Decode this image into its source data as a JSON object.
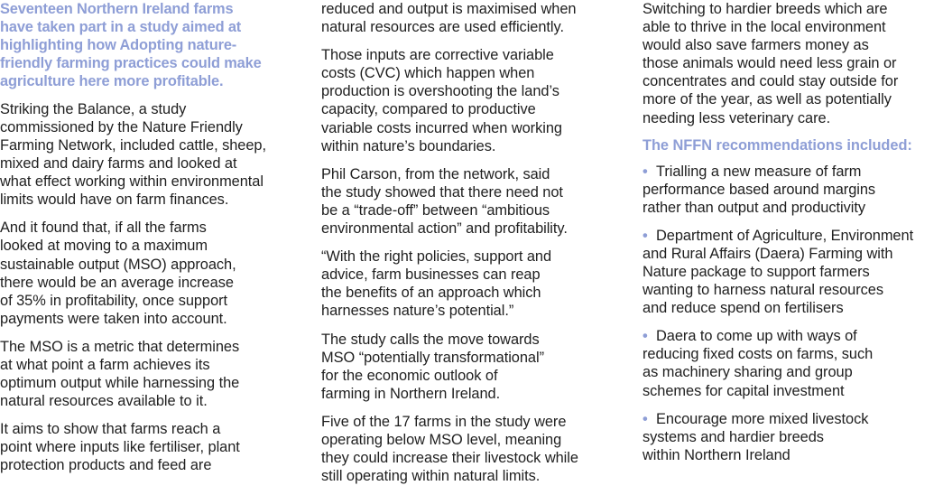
{
  "article": {
    "lead": [
      "Seventeen Northern Ireland farms",
      "have taken part in a study aimed at",
      "highlighting how Adopting nature-",
      "friendly farming practices could make",
      "agriculture here more profitable."
    ],
    "col1_paragraphs": [
      [
        "Striking the Balance, a study",
        "commissioned by the Nature Friendly",
        "Farming Network, included cattle, sheep,",
        "mixed and dairy farms and looked at",
        "what effect working within environmental",
        "limits would have on farm finances."
      ],
      [
        "And it found that, if all the farms",
        "looked at moving to a maximum",
        "sustainable output (MSO) approach,",
        "there would be an average increase",
        "of 35% in profitability, once support",
        "payments were taken into account."
      ],
      [
        "The MSO is a metric that determines",
        "at what point a farm achieves its",
        "optimum output while harnessing the",
        "natural resources available to it."
      ],
      [
        "It aims to show that farms reach a",
        "point where inputs like fertiliser, plant",
        "protection products and feed are"
      ]
    ],
    "col2_paragraphs": [
      [
        "reduced and output is maximised when",
        "natural resources are used efficiently."
      ],
      [
        "Those inputs are corrective variable",
        "costs (CVC) which happen when",
        "production is overshooting the land’s",
        "capacity, compared to productive",
        "variable costs incurred when working",
        "within nature’s boundaries."
      ],
      [
        "Phil Carson, from the network, said",
        "the study showed that there need not",
        "be a “trade-off” between “ambitious",
        "environmental action” and profitability."
      ],
      [
        "“With the right policies, support and",
        "advice, farm businesses can reap",
        "the benefits of an approach which",
        "harnesses nature’s potential.”"
      ],
      [
        "The study calls the move towards",
        "MSO “potentially transformational”",
        "for the economic outlook of",
        "farming in Northern Ireland."
      ],
      [
        "Five of the 17 farms in the study were",
        "operating below MSO level, meaning",
        "they could increase their livestock while",
        "still operating within natural limits."
      ]
    ],
    "col3_paragraphs": [
      [
        "Switching to hardier breeds which are",
        "able to thrive in the local environment",
        "would also save farmers money as",
        "those animals would need less grain or",
        "concentrates and could stay outside for",
        "more of the year, as well as potentially",
        "needing less veterinary care."
      ]
    ],
    "recommendations_heading": "The NFFN recommendations included:",
    "bullet_symbol": "•",
    "recommendations": [
      [
        "Trialling a new measure of farm",
        "performance based around margins",
        "rather than output and productivity"
      ],
      [
        "Department of Agriculture, Environment",
        "and Rural Affairs (Daera) Farming with",
        "Nature package to support farmers",
        "wanting to harness natural resources",
        "and reduce spend on fertilisers"
      ],
      [
        "Daera to come up with ways of",
        "reducing fixed costs on farms, such",
        "as machinery sharing and group",
        "schemes for capital investment"
      ],
      [
        "Encourage more mixed livestock",
        "systems and hardier breeds",
        "within Northern Ireland"
      ]
    ],
    "colors": {
      "accent": "#8e9ed6",
      "text": "#1f1f1f",
      "background": "#ffffff"
    }
  }
}
